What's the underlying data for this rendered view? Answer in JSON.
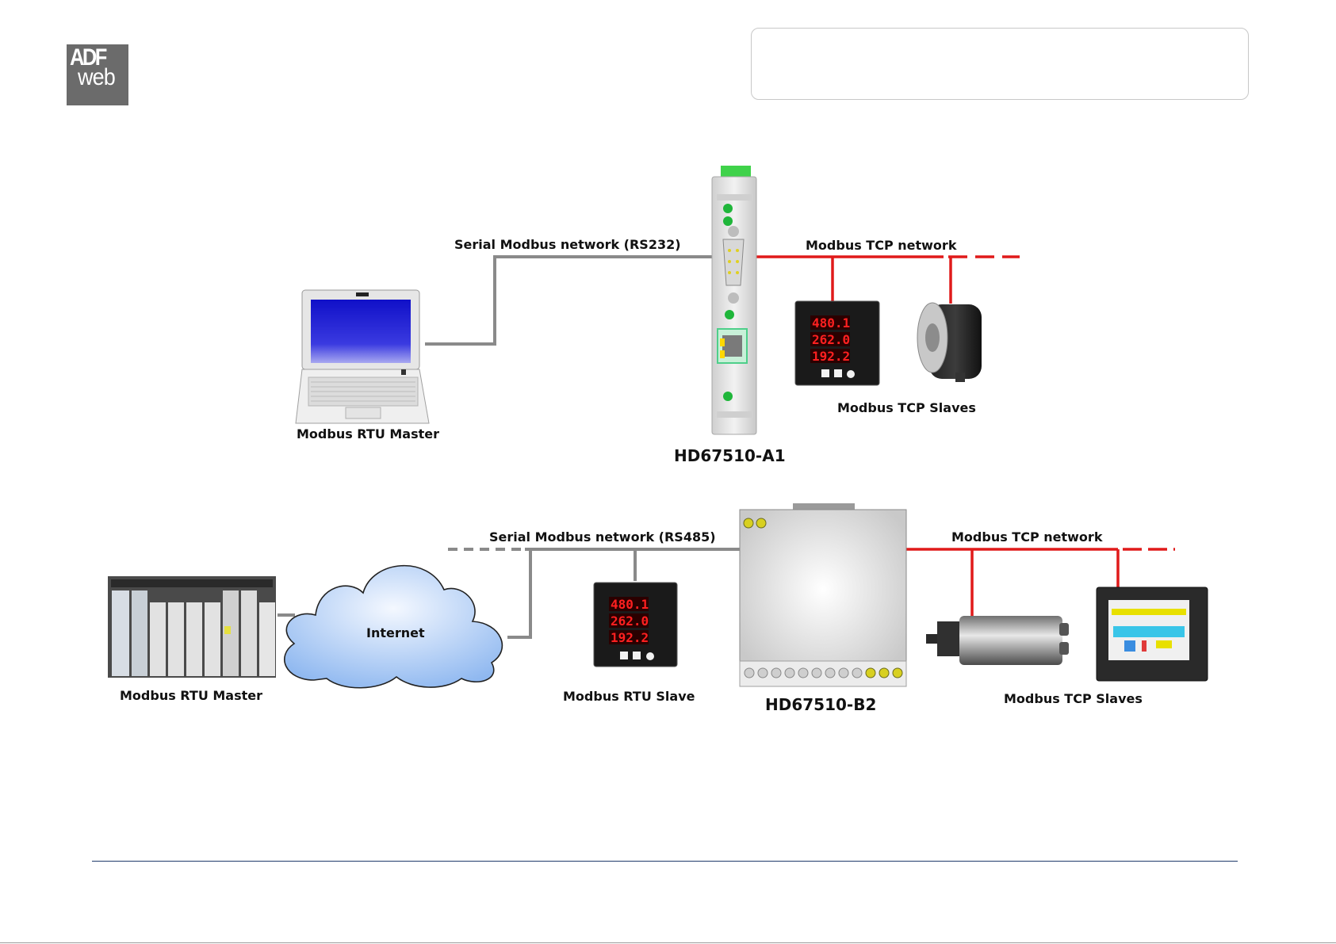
{
  "logo": {
    "line1": "ADF",
    "line2": "web"
  },
  "diagram_a": {
    "serial_network_label": "Serial Modbus network (RS232)",
    "tcp_network_label": "Modbus TCP network",
    "master_label": "Modbus RTU Master",
    "device_label": "HD67510-A1",
    "slaves_label": "Modbus TCP Slaves"
  },
  "diagram_b": {
    "serial_network_label": "Serial Modbus network (RS485)",
    "tcp_network_label": "Modbus TCP network",
    "master_label": "Modbus RTU Master",
    "internet_label": "Internet",
    "rtu_slave_label": "Modbus RTU Slave",
    "device_label": "HD67510-B2",
    "slaves_label": "Modbus TCP Slaves"
  },
  "meter_readings": [
    "480.1",
    "262.0",
    "192.2"
  ],
  "colors": {
    "serial_line": "#8a8a8a",
    "tcp_line": "#e01a1a",
    "logo_bg": "#6b6b6b",
    "footer_rule": "#1f3a6b"
  }
}
